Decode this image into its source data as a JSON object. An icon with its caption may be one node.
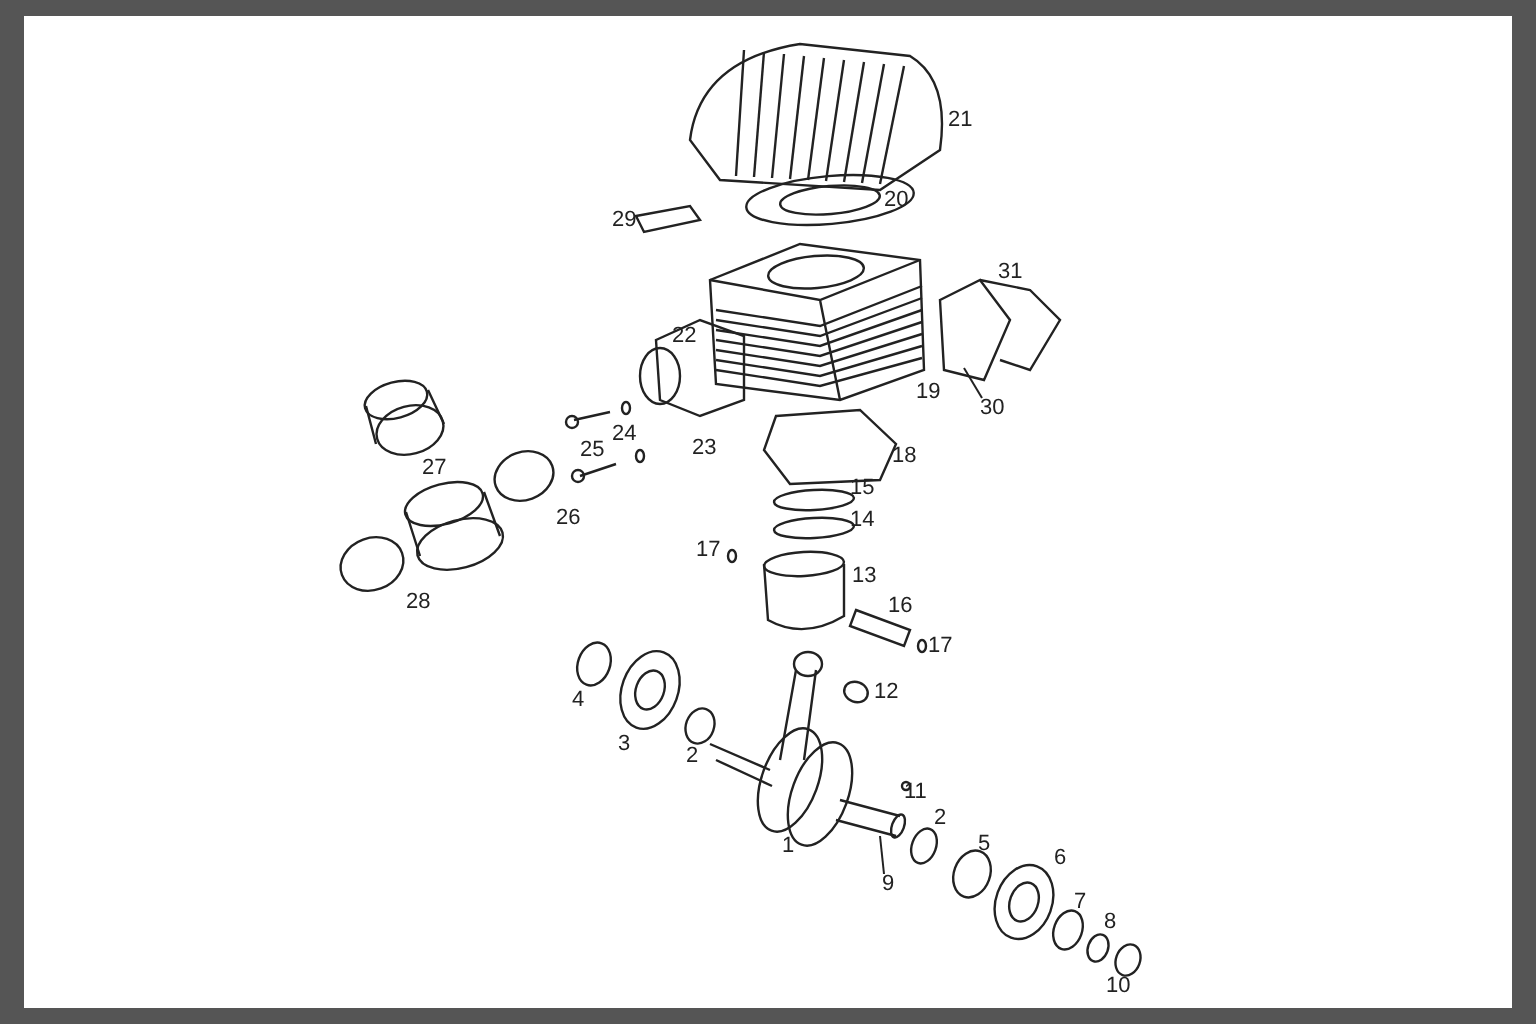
{
  "diagram": {
    "nodes": [
      {
        "text": [
          "30"
        ]
      },
      {
        "text": [
          "9"
        ]
      }
    ],
    "edges": [
      {
        "from": 0,
        "to": null,
        "arrow": "none"
      },
      {
        "from": 1,
        "to": null,
        "arrow": "none"
      }
    ],
    "labels": [
      "21",
      "20",
      "29",
      "31",
      "22",
      "19",
      "24",
      "25",
      "23",
      "18",
      "27",
      "26",
      "15",
      "14",
      "17",
      "13",
      "28",
      "16",
      "17",
      "4",
      "12",
      "3",
      "2",
      "11",
      "2",
      "1",
      "5",
      "6",
      "7",
      "8",
      "10"
    ]
  }
}
